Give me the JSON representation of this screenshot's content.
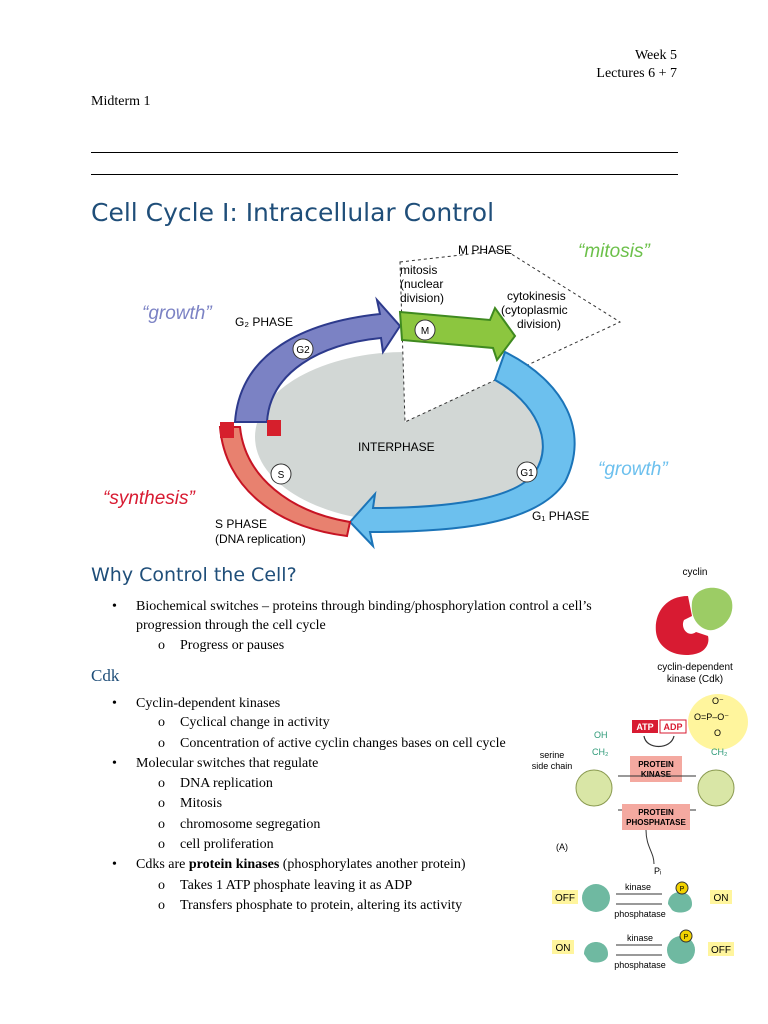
{
  "header": {
    "week": "Week 5",
    "lectures": "Lectures 6 + 7",
    "midterm": "Midterm 1"
  },
  "title": "Cell Cycle I: Intracellular Control",
  "cycle_diagram": {
    "m_phase": "M PHASE",
    "mitosis_q": "“mitosis”",
    "mitosis_l1": "mitosis",
    "mitosis_l2": "(nuclear",
    "mitosis_l3": "division)",
    "cyto_l1": "cytokinesis",
    "cyto_l2": "(cytoplasmic",
    "cyto_l3": "division)",
    "growth_g2": "“growth”",
    "g2_phase": "G₂ PHASE",
    "g2": "G2",
    "m": "M",
    "interphase": "INTERPHASE",
    "s": "S",
    "g1": "G1",
    "growth_g1": "“growth”",
    "synthesis": "“synthesis”",
    "s_phase_l1": "S PHASE",
    "s_phase_l2": "(DNA replication)",
    "g1_phase": "G₁ PHASE"
  },
  "section_why": {
    "heading": "Why Control the Cell?",
    "b1_l1": "Biochemical switches – proteins through binding/phosphorylation control a cell’s",
    "b1_l2": "progression through the cell cycle",
    "b1_sub1": "Progress or pauses"
  },
  "section_cdk": {
    "heading": "Cdk",
    "b1": "Cyclin-dependent kinases",
    "b1_sub1": "Cyclical change in activity",
    "b1_sub2": "Concentration of active cyclin changes bases on cell cycle",
    "b2": "Molecular switches that regulate",
    "b2_sub1": "DNA replication",
    "b2_sub2": "Mitosis",
    "b2_sub3": "chromosome segregation",
    "b2_sub4": "cell proliferation",
    "b3_pre": "Cdks are ",
    "b3_bold": "protein kinases",
    "b3_post": " (phosphorylates another protein)",
    "b3_sub1": "Takes 1 ATP phosphate leaving it as ADP",
    "b3_sub2": "Transfers phosphate to protein, altering its activity"
  },
  "bullets": {
    "dot": "•",
    "sub": "o"
  },
  "cyclin_fig": {
    "cyclin": "cyclin",
    "cdk_l1": "cyclin-dependent",
    "cdk_l2": "kinase (Cdk)"
  },
  "phospho_fig": {
    "o_minus_top": "O⁻",
    "o_p_o": "O=P–O⁻",
    "o_mid": "O",
    "ch2_r": "CH₂",
    "oh": "OH",
    "ch2_l": "CH₂",
    "atp": "ATP",
    "adp": "ADP",
    "serine_l1": "serine",
    "serine_l2": "side chain",
    "kinase_box_l1": "PROTEIN",
    "kinase_box_l2": "KINASE",
    "phosphatase_box_l1": "PROTEIN",
    "phosphatase_box_l2": "PHOSPHATASE",
    "panel_a": "(A)",
    "pi": "Pᵢ",
    "off1": "OFF",
    "kinase1": "kinase",
    "phosphatase1": "phosphatase",
    "on1": "ON",
    "on2": "ON",
    "kinase2": "kinase",
    "phosphatase2": "phosphatase",
    "off2": "OFF",
    "p1": "P",
    "p2": "P"
  },
  "colors": {
    "heading": "#1f4e79",
    "g2_arrow": "#7b82c4",
    "m_arrow": "#8cc63f",
    "g1_arrow": "#6cc0ee",
    "s_arrow": "#e8816f",
    "interphase_fill": "#d2d7d5",
    "cyclin": "#9ccc65",
    "cdk": "#d81b32",
    "kinase_box": "#f4a9a0",
    "protein": "#6fb9a1",
    "highlight": "#fff59d"
  }
}
